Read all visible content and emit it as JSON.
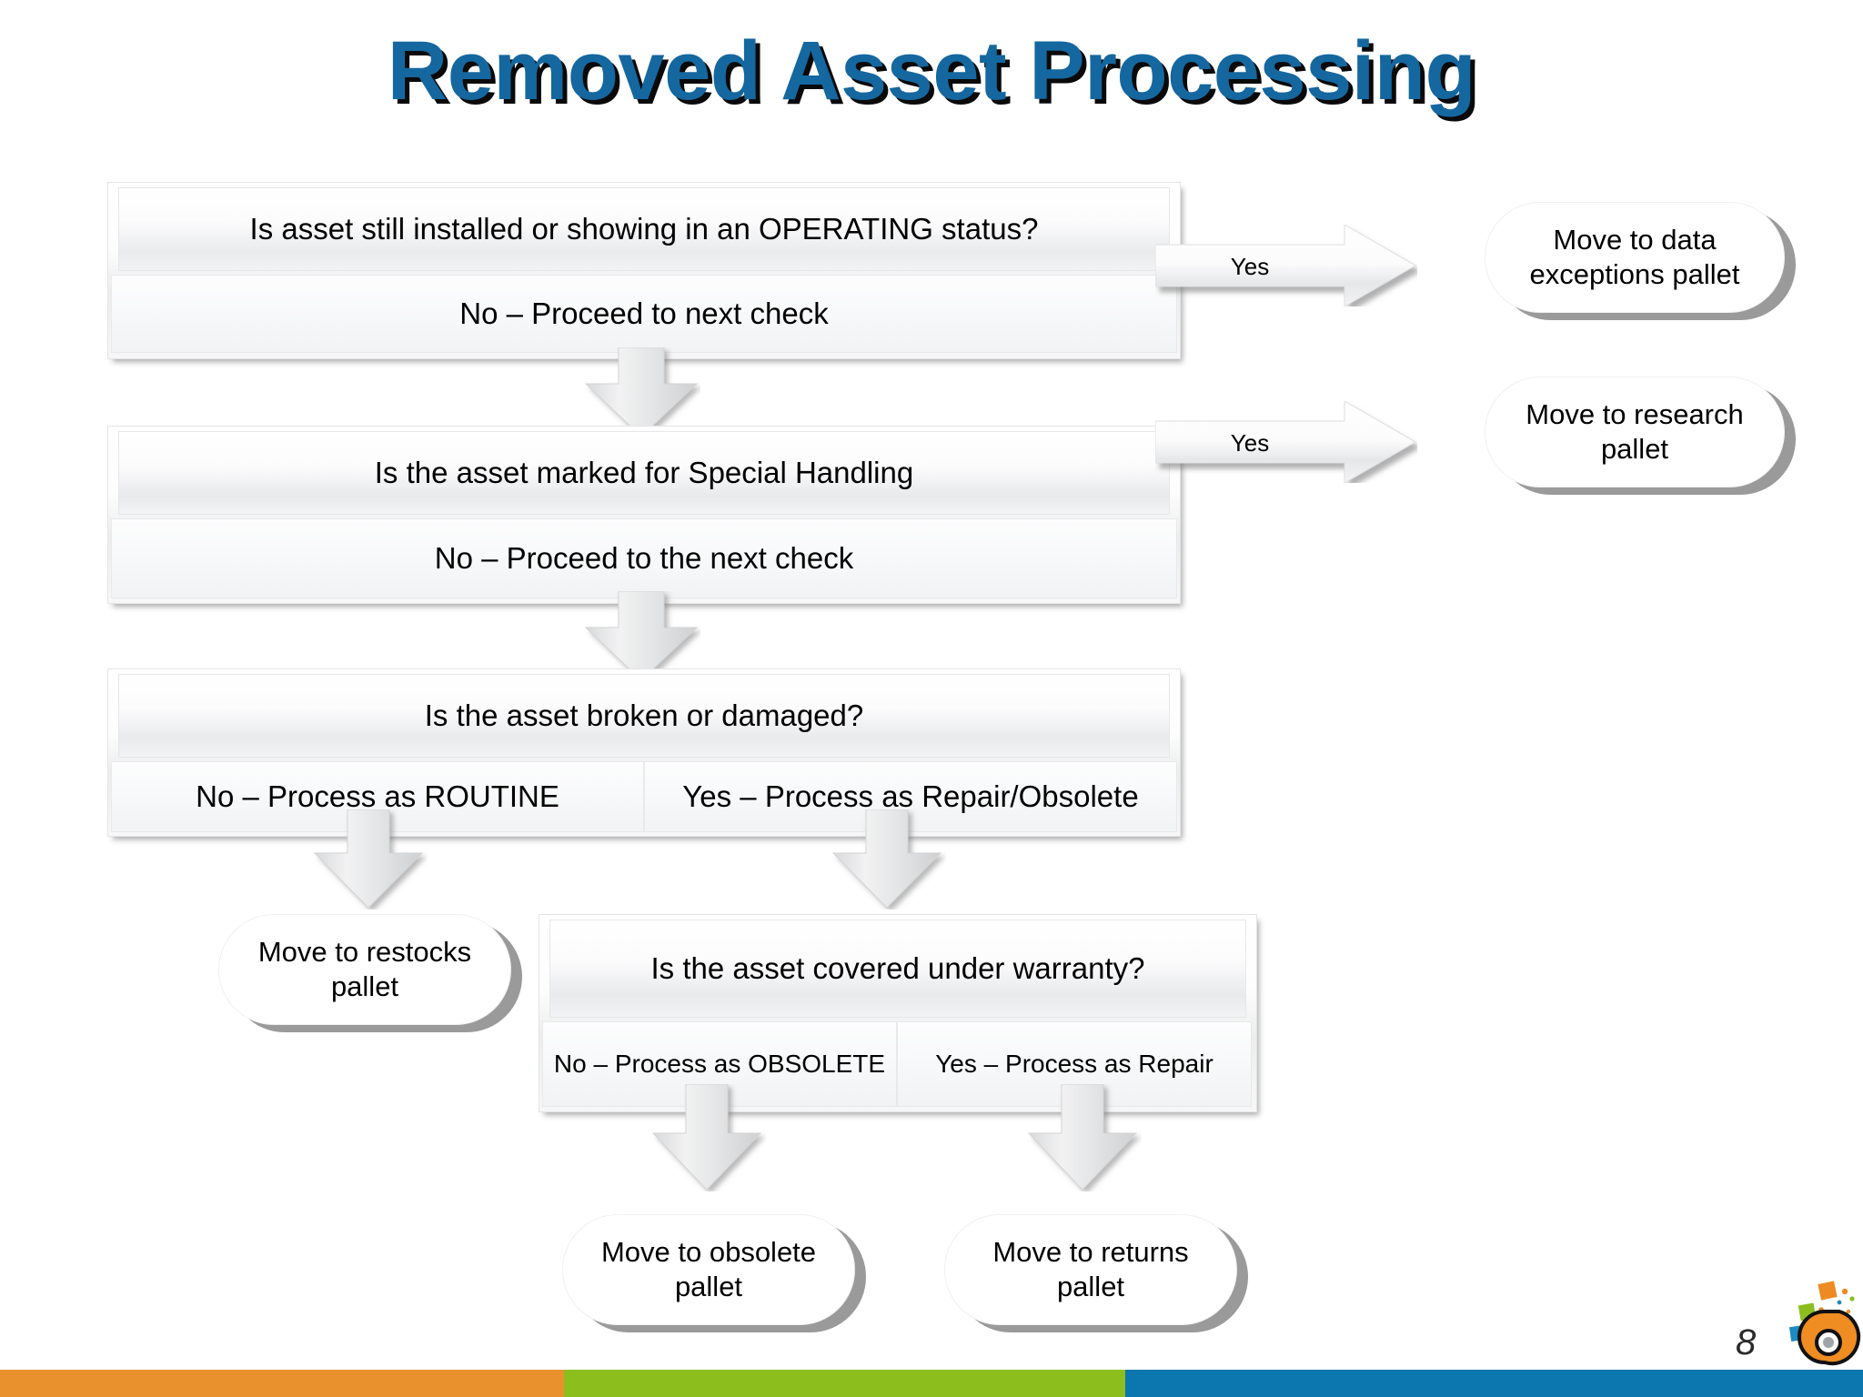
{
  "slide": {
    "title": "Removed Asset Processing",
    "page_number": "8",
    "title_color": "#15679F",
    "footer_colors": {
      "orange": "#E8912D",
      "green": "#8CBE1E",
      "blue": "#0C76AE"
    }
  },
  "flow": {
    "steps": [
      {
        "id": "operating-check",
        "question": "Is asset still installed or showing in an OPERATING  status?",
        "answers": [
          {
            "label": "No – Proceed to next check"
          }
        ],
        "branch": {
          "label": "Yes",
          "target": "Move to data\nexceptions pallet"
        }
      },
      {
        "id": "special-handling-check",
        "question": "Is the asset marked for Special Handling",
        "answers": [
          {
            "label": "No – Proceed to the next check"
          }
        ],
        "branch": {
          "label": "Yes",
          "target": "Move to research\npallet"
        }
      },
      {
        "id": "broken-damaged-check",
        "question": "Is the asset broken or damaged?",
        "answers": [
          {
            "label": "No – Process as ROUTINE"
          },
          {
            "label": "Yes – Process as Repair/Obsolete"
          }
        ]
      },
      {
        "id": "warranty-check",
        "question": "Is the asset covered under warranty?",
        "answers": [
          {
            "label": "No – Process as OBSOLETE"
          },
          {
            "label": "Yes – Process as Repair"
          }
        ]
      }
    ],
    "outcomes": [
      {
        "id": "data-exceptions",
        "line1": "Move to data",
        "line2": "exceptions pallet"
      },
      {
        "id": "research",
        "line1": "Move to research",
        "line2": "pallet"
      },
      {
        "id": "restocks",
        "line1": "Move to restocks",
        "line2": "pallet"
      },
      {
        "id": "obsolete",
        "line1": "Move to obsolete",
        "line2": "pallet"
      },
      {
        "id": "returns",
        "line1": "Move to returns",
        "line2": "pallet"
      }
    ],
    "branch_labels": {
      "yes_1": "Yes",
      "yes_2": "Yes"
    }
  }
}
